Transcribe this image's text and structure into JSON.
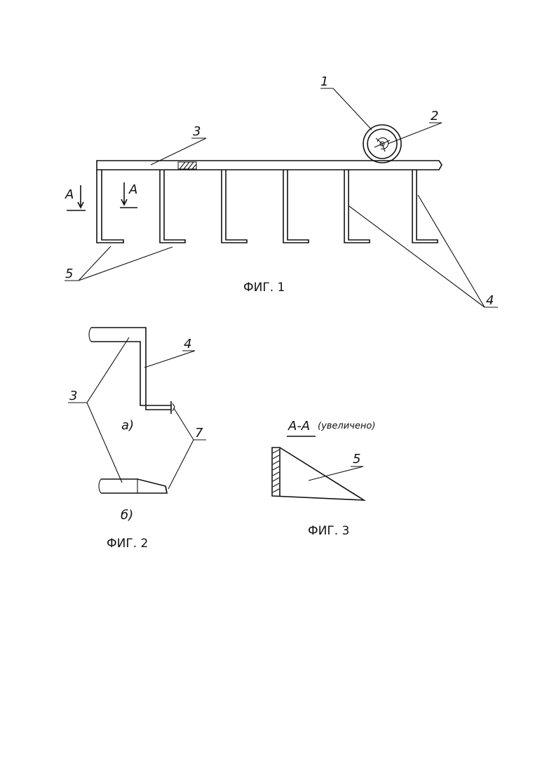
{
  "figures": {
    "fig1": {
      "caption": "ФИГ. 1",
      "callouts": {
        "wheel": "1",
        "hub": "2",
        "bar": "3",
        "tine": "4",
        "foot": "5"
      },
      "section_mark_left": "A",
      "section_mark_right": "A"
    },
    "fig2": {
      "caption": "ФИГ. 2",
      "callouts": {
        "bar": "3",
        "tine": "4",
        "blade": "7"
      },
      "variant_a": "а)",
      "variant_b": "б)"
    },
    "fig3": {
      "caption": "ФИГ. 3",
      "section_title": "А-А",
      "section_note": "(увеличено)",
      "callouts": {
        "foot": "5"
      }
    }
  }
}
